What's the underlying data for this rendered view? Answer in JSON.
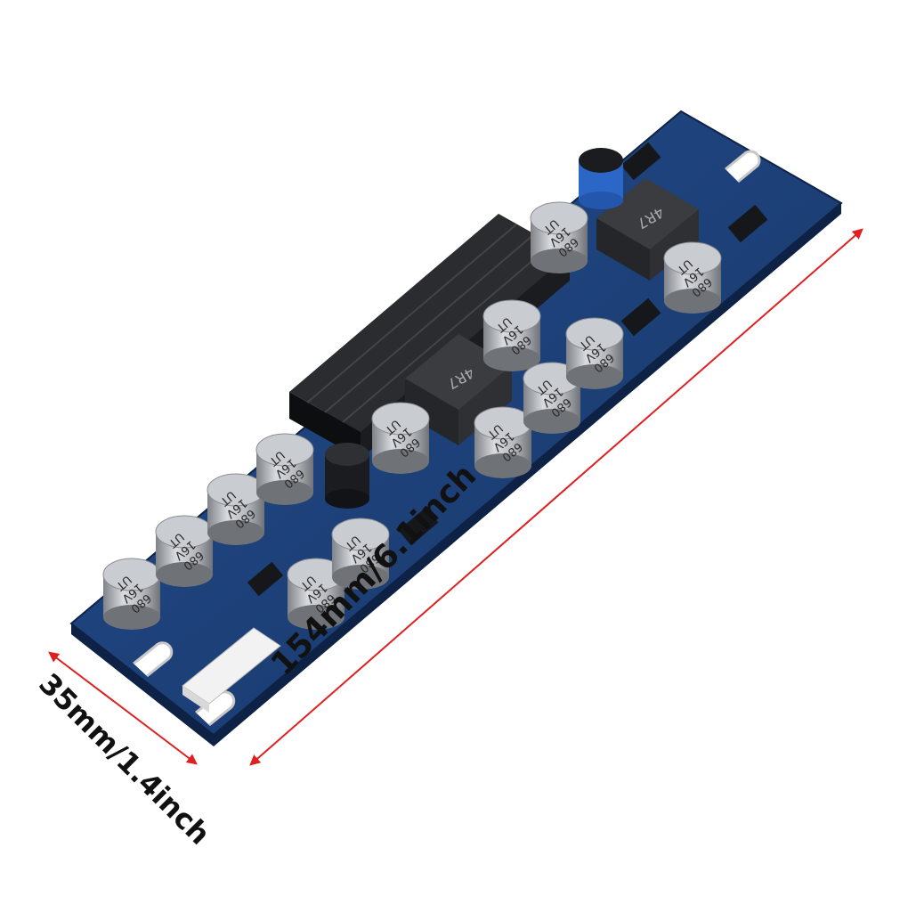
{
  "dimensions": {
    "length_label": "154mm/6.1inch",
    "width_label": "35mm/1.4inch"
  },
  "components": {
    "capacitor_value": "680",
    "capacitor_voltage": "16V",
    "capacitor_brand": "UT",
    "inductor_marking": "4R7"
  },
  "colors": {
    "pcb": "#1d3f78",
    "arrow": "#e02020",
    "connector": "#111111",
    "capacitor": "#b9bcc0"
  }
}
